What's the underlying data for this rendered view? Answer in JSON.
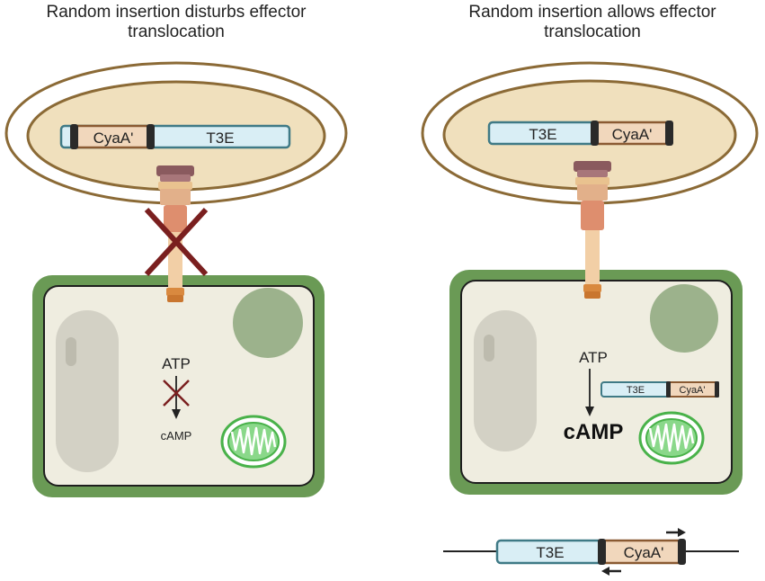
{
  "left_panel": {
    "title_line1": "Random insertion disturbs effector",
    "title_line2": "translocation",
    "construct": {
      "tag_label": "CyaA'",
      "effector_label": "T3E"
    },
    "atp_label": "ATP",
    "camp_label": "cAMP",
    "translocation_blocked": true
  },
  "right_panel": {
    "title_line1": "Random insertion allows effector",
    "title_line2": "translocation",
    "construct": {
      "effector_label": "T3E",
      "tag_label": "CyaA'"
    },
    "atp_label": "ATP",
    "camp_label": "cAMP",
    "translocated_fusion": {
      "effector_label": "T3E",
      "tag_label": "CyaA'"
    },
    "genomic_insertion": {
      "effector_label": "T3E",
      "tag_label": "CyaA'"
    }
  },
  "colors": {
    "bacterium_fill": "#f0e0bd",
    "bacterium_outline": "#8b6a36",
    "t3e_fill": "#d9eef5",
    "t3e_outline": "#3f7a86",
    "cyaa_fill": "#f1d7bc",
    "cyaa_outline": "#8a5a32",
    "cell_wall": "#6a9a55",
    "cytoplasm": "#efede0",
    "block_cross": "#7a1f1f",
    "mitochondrion": "#6ccf6c"
  }
}
